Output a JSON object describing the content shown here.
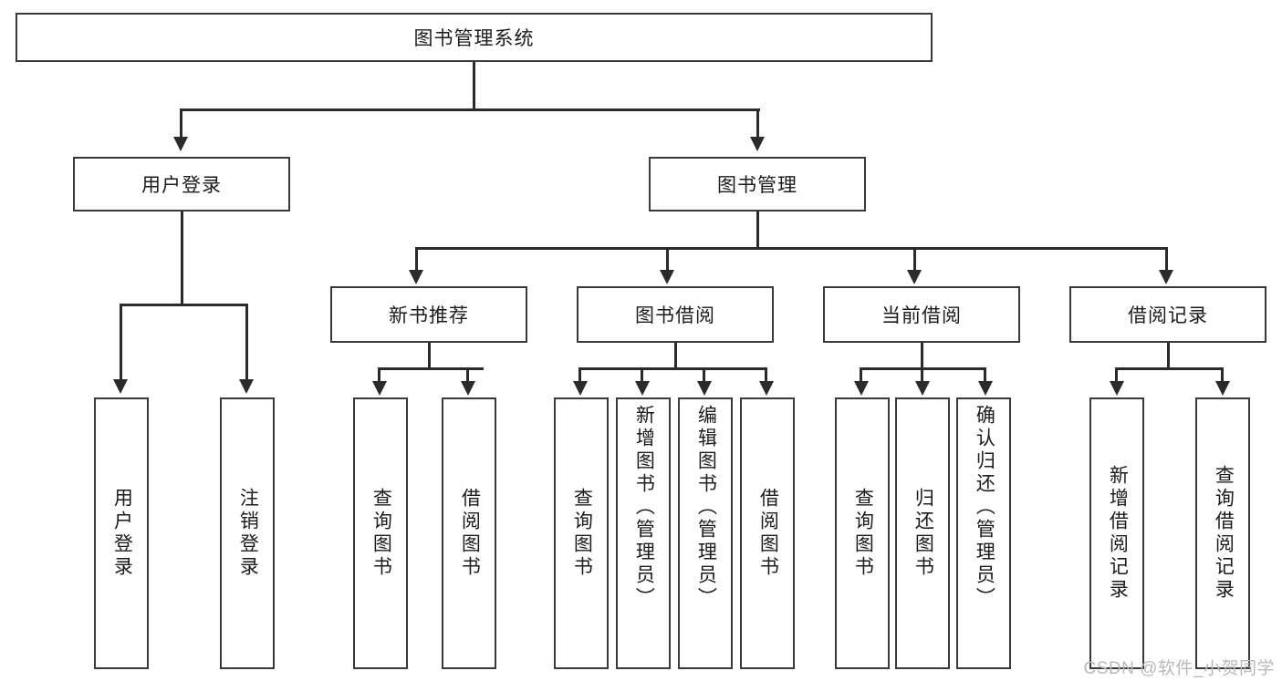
{
  "diagram": {
    "title": "图书管理系统",
    "watermark": "CSDN @软件_小贺同学",
    "root": {
      "label": "图书管理系统"
    },
    "level1": [
      {
        "label": "用户登录"
      },
      {
        "label": "图书管理"
      }
    ],
    "level2": [
      {
        "label": "新书推荐"
      },
      {
        "label": "图书借阅"
      },
      {
        "label": "当前借阅"
      },
      {
        "label": "借阅记录"
      }
    ],
    "leaves": {
      "user_login": [
        {
          "label": "用户登录"
        },
        {
          "label": "注销登录"
        }
      ],
      "new_book_recommend": [
        {
          "label": "查询图书"
        },
        {
          "label": "借阅图书"
        }
      ],
      "book_borrow": [
        {
          "label": "查询图书"
        },
        {
          "label": "新增图书（管理员）"
        },
        {
          "label": "编辑图书（管理员）"
        },
        {
          "label": "借阅图书"
        }
      ],
      "current_borrow": [
        {
          "label": "查询图书"
        },
        {
          "label": "归还图书"
        },
        {
          "label": "确认归还（管理员）"
        }
      ],
      "borrow_record": [
        {
          "label": "新增借阅记录"
        },
        {
          "label": "查询借阅记录"
        }
      ]
    },
    "colors": {
      "box_border": "#3a3a3a",
      "line": "#2b2b2b",
      "text": "#1b1b1b",
      "background": "#ffffff",
      "watermark": "#b9b9b9"
    }
  }
}
